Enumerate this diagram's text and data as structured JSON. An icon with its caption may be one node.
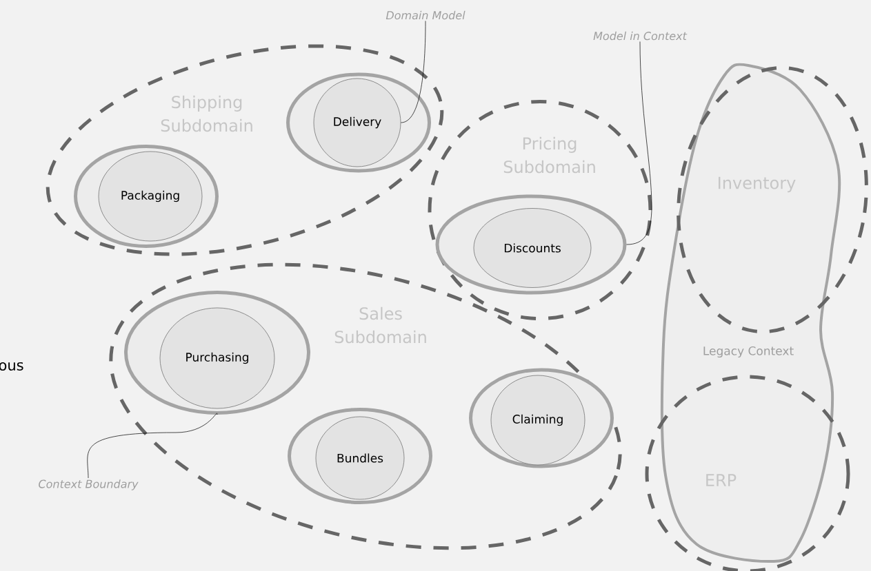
{
  "diagram": {
    "nodes": [
      {
        "text": [
          "Domain Model"
        ]
      },
      {
        "text": [
          "Model in Context"
        ]
      },
      {
        "text": [
          "Shipping Subdomain"
        ]
      },
      {
        "text": [],
        "shape": "ellipse",
        "in": 2
      },
      {
        "text": [
          "Delivery"
        ],
        "in": 3
      },
      {
        "text": [],
        "shape": "ellipse",
        "in": 2
      },
      {
        "text": [
          "Packaging"
        ],
        "in": 5
      },
      {
        "text": [
          "Pricing Subdomain"
        ]
      },
      {
        "text": [],
        "shape": "ellipse",
        "in": 7
      },
      {
        "text": [
          "Discounts"
        ],
        "in": 8
      },
      {
        "text": [
          "Legacy Context"
        ]
      },
      {
        "text": [
          "Inventory"
        ]
      },
      {
        "text": [
          "ERP"
        ]
      },
      {
        "text": [
          "Sales Subdomain"
        ]
      },
      {
        "text": [],
        "shape": "ellipse",
        "in": 13
      },
      {
        "text": [
          "Purchasing"
        ],
        "in": 14
      },
      {
        "text": [],
        "shape": "ellipse",
        "in": 13
      },
      {
        "text": [
          "Claiming"
        ],
        "in": 16
      },
      {
        "text": [],
        "shape": "ellipse",
        "in": 13
      },
      {
        "text": [
          "Bundles"
        ],
        "in": 18
      },
      {
        "text": [
          "Context Boundary"
        ]
      }
    ],
    "edges": [
      {
        "from": 0,
        "to": 4,
        "arrow": "none"
      },
      {
        "from": 1,
        "to": 8,
        "arrow": "none"
      },
      {
        "from": 20,
        "to": 14,
        "arrow": "none"
      }
    ],
    "labels": [
      "ous"
    ]
  }
}
